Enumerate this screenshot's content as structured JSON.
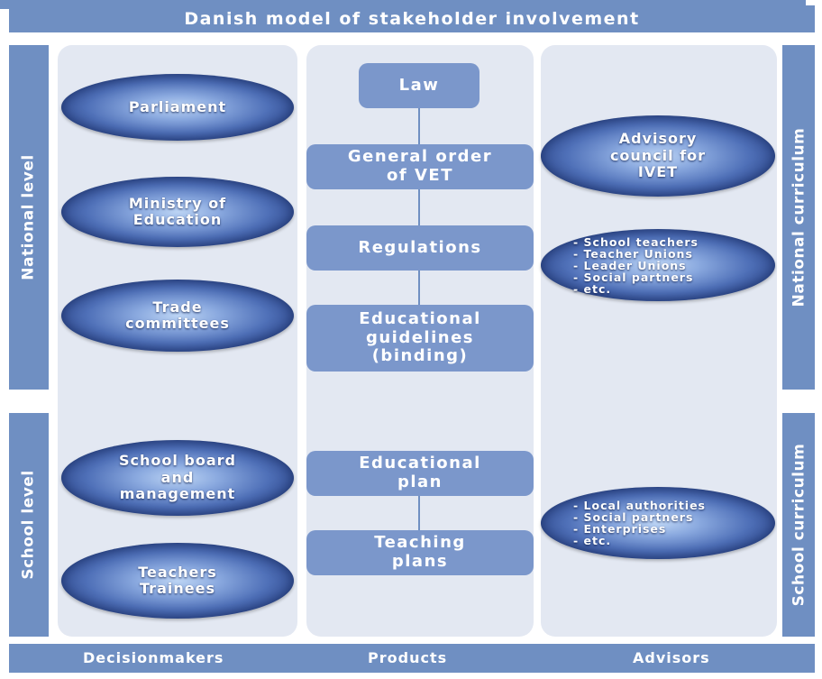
{
  "title": "Danish model of stakeholder involvement",
  "side_labels": {
    "left_top": "National level",
    "left_bottom": "School level",
    "right_top": "National curriculum",
    "right_bottom": "School curriculum"
  },
  "footer": {
    "decisionmakers": "Decisionmakers",
    "products": "Products",
    "advisors": "Advisors"
  },
  "national": {
    "decisionmakers": [
      "Parliament",
      "Ministry of\nEducation",
      "Trade\ncommittees"
    ],
    "products": [
      "Law",
      "General order\nof VET",
      "Regulations",
      "Educational\nguidelines\n(binding)"
    ],
    "advisory_council": "Advisory\ncouncil for\nIVET",
    "advisors_list": [
      "- School teachers",
      "- Teacher Unions",
      "- Leader Unions",
      "- Social partners",
      "- etc."
    ]
  },
  "school": {
    "decisionmakers": [
      "School board\nand\nmanagement",
      "Teachers\nTrainees"
    ],
    "products": [
      "Educational\nplan",
      "Teaching\nplans"
    ],
    "advisors_list": [
      "- Local authorities",
      "- Social partners",
      "- Enterprises",
      "- etc."
    ]
  }
}
